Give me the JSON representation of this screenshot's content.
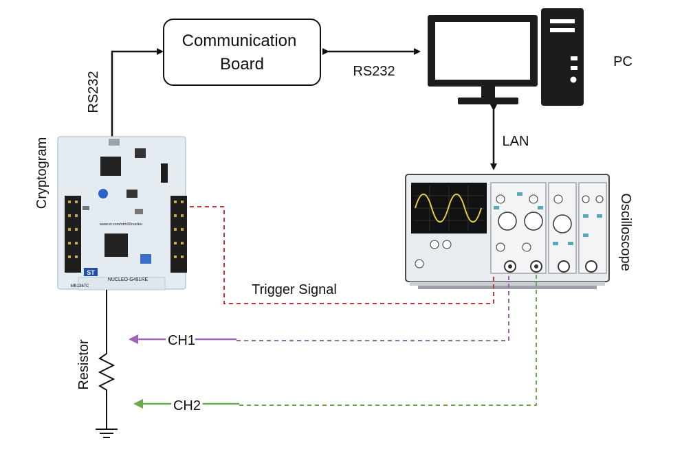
{
  "labels": {
    "comm_board_line1": "Communication",
    "comm_board_line2": "Board",
    "rs232_top": "RS232",
    "rs232_left": "RS232",
    "pc": "PC",
    "lan": "LAN",
    "cryptogram": "Cryptogram",
    "oscilloscope": "Oscilloscope",
    "trigger_signal": "Trigger Signal",
    "ch1": "CH1",
    "ch2": "CH2",
    "resistor": "Resistor"
  },
  "board_text": {
    "model": "NUCLEO-G491RE",
    "part": "MB1367C",
    "brand": "ST",
    "url": "www.st.com/stm32nucleo"
  },
  "colors": {
    "trigger": "#c83232",
    "ch1": "#9b64b4",
    "ch2": "#6aaa4a",
    "line": "#111111",
    "board": "#e4ecf2",
    "screen": "#111111",
    "wave": "#e6d23c"
  }
}
